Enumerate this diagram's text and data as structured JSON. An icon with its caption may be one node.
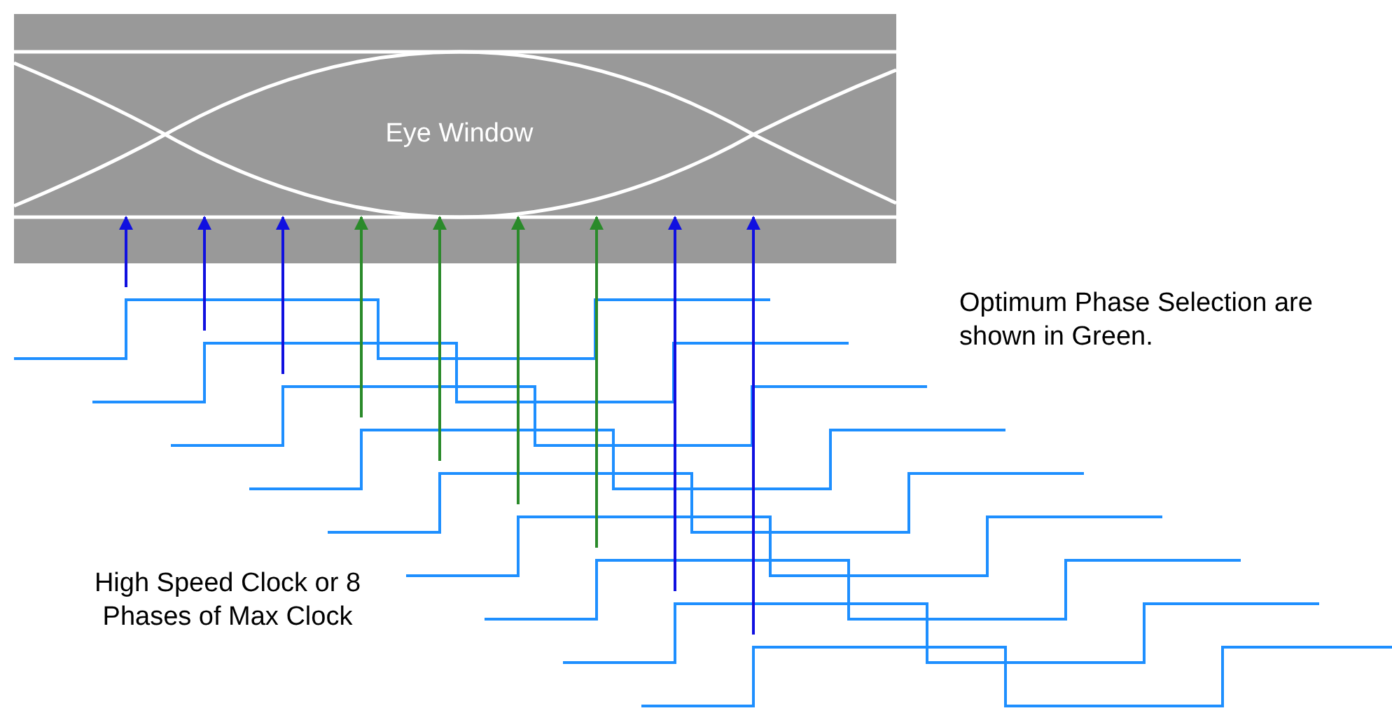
{
  "diagram": {
    "nodes": [
      {
        "text": [
          "Eye Window"
        ]
      }
    ],
    "labels": [
      "Optimum Phase Selection are shown in Green.",
      "High Speed Clock or 8 Phases of Max Clock"
    ]
  }
}
